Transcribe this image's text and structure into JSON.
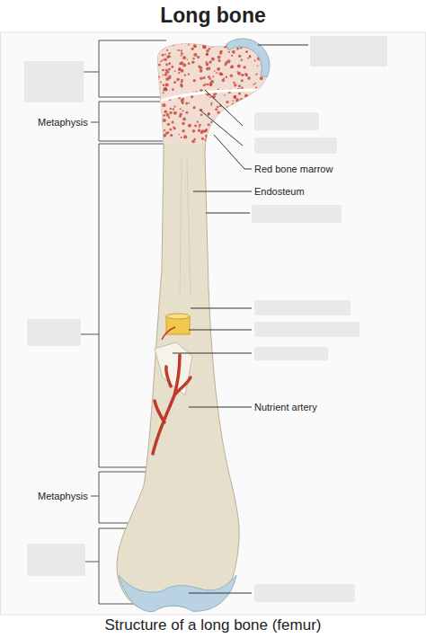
{
  "diagram": {
    "title": "Long bone",
    "caption": "Structure of a long bone (femur)",
    "labels": [
      "Metaphysis",
      "Red bone marrow",
      "Endosteum",
      "Nutrient artery",
      "Metaphysis"
    ]
  }
}
